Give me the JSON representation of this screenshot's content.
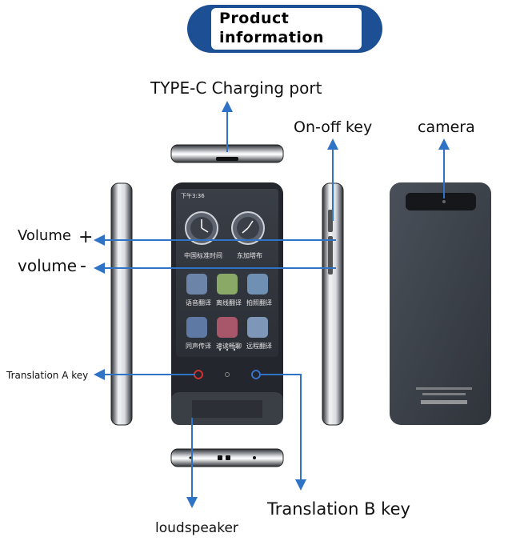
{
  "title": {
    "line1": "Product",
    "line2": "information"
  },
  "labels": {
    "charging_port": "TYPE-C Charging port",
    "on_off_key": "On-off key",
    "camera": "camera",
    "volume_up": "Volume",
    "volume_up_sign": "+",
    "volume_down": "volume",
    "volume_down_sign": "-",
    "translation_a": "Translation A key",
    "translation_b": "Translation B key",
    "loudspeaker": "loudspeaker"
  },
  "screen": {
    "status_time": "下午3:36",
    "clocks": [
      "中国标准时间",
      "东加塔布"
    ],
    "apps": [
      "语音翻译",
      "离线翻译",
      "拍照翻译",
      "同声传译",
      "速读畅聊",
      "远程翻译"
    ]
  },
  "colors": {
    "accent": "#1d4f95",
    "arrow": "#2f73c7",
    "device": "#3b4048"
  }
}
